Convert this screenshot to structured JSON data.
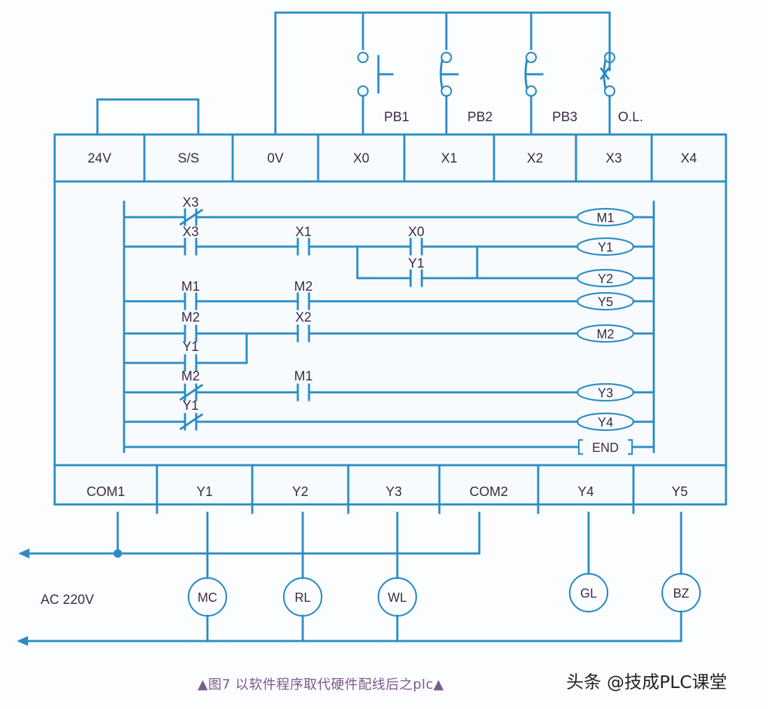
{
  "colors": {
    "wire": "#2b8cc4",
    "text": "#3b2a45",
    "caption": "#7b5a8c",
    "background": "#fbfdff"
  },
  "input_terminals": [
    "24V",
    "S/S",
    "0V",
    "X0",
    "X1",
    "X2",
    "X3",
    "X4"
  ],
  "output_terminals": [
    "COM1",
    "Y1",
    "Y2",
    "Y3",
    "COM2",
    "Y4",
    "Y5"
  ],
  "input_devices": [
    {
      "label": "PB1",
      "type": "normally-open-pushbutton",
      "terminal": "X0"
    },
    {
      "label": "PB2",
      "type": "normally-closed-pushbutton",
      "terminal": "X1"
    },
    {
      "label": "PB3",
      "type": "normally-closed-pushbutton",
      "terminal": "X2"
    },
    {
      "label": "O.L.",
      "type": "overload-contact",
      "terminal": "X3"
    }
  ],
  "ladder": {
    "rungs": [
      {
        "contacts": [
          {
            "label": "X3",
            "type": "NC"
          }
        ],
        "coil": "M1"
      },
      {
        "contacts": [
          {
            "label": "X3",
            "type": "NO"
          },
          {
            "label": "X1",
            "type": "NO"
          },
          {
            "label": "X0",
            "type": "NO",
            "parallel": "Y1"
          }
        ],
        "coil": "Y1"
      },
      {
        "contacts": [
          {
            "label": "Y1",
            "type": "NO",
            "branch": "seal-in"
          }
        ],
        "coil": "Y2"
      },
      {
        "contacts": [
          {
            "label": "M1",
            "type": "NO"
          },
          {
            "label": "M2",
            "type": "NO"
          }
        ],
        "coil": "Y5"
      },
      {
        "contacts": [
          {
            "label": "M2",
            "type": "NO",
            "parallel": "Y1"
          },
          {
            "label": "X2",
            "type": "NO"
          }
        ],
        "coil": "M2"
      },
      {
        "contacts": [
          {
            "label": "Y1",
            "type": "NO",
            "branch": "parallel"
          }
        ],
        "coil": ""
      },
      {
        "contacts": [
          {
            "label": "M2",
            "type": "NC"
          },
          {
            "label": "M1",
            "type": "NO"
          }
        ],
        "coil": "Y3"
      },
      {
        "contacts": [
          {
            "label": "Y1",
            "type": "NC"
          }
        ],
        "coil": "Y4"
      },
      {
        "contacts": [],
        "coil": "END"
      }
    ]
  },
  "loads": [
    {
      "label": "MC",
      "terminal": "Y1"
    },
    {
      "label": "RL",
      "terminal": "Y2"
    },
    {
      "label": "WL",
      "terminal": "Y3"
    },
    {
      "label": "GL",
      "terminal": "Y4"
    },
    {
      "label": "BZ",
      "terminal": "Y5"
    }
  ],
  "supply_label": "AC 220V",
  "caption": "▲图7 以软件程序取代硬件配线后之plc▲",
  "watermark": "头条 @技成PLC课堂"
}
